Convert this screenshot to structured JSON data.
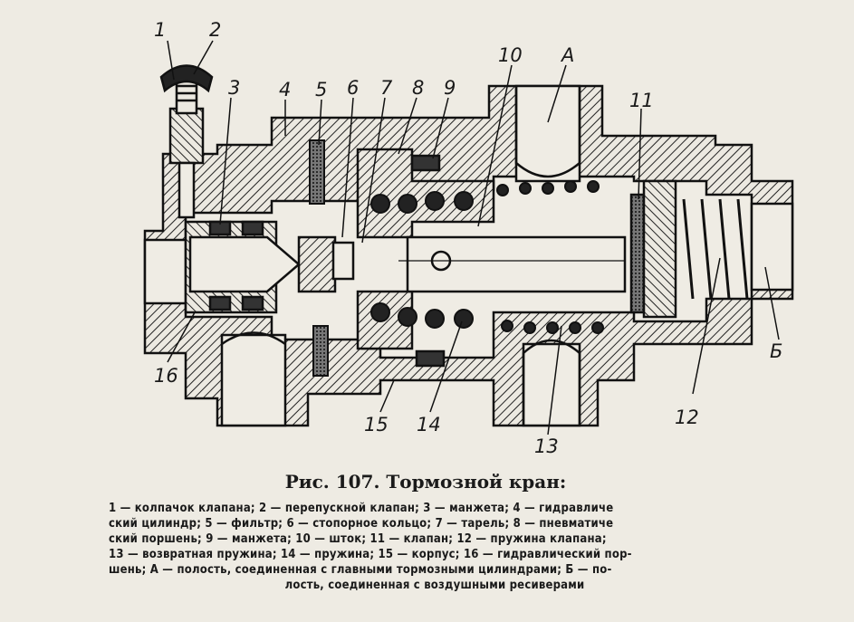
{
  "figure": {
    "caption": "Рис. 107. Тормозной кран:",
    "legend_lines": [
      "1 — колпачок клапана; 2 — перепускной клапан; 3 — манжета; 4 — гидравличе",
      "ский цилиндр; 5 — фильтр; 6 — стопорное кольцо; 7 — тарель; 8 — пневматиче",
      "ский поршень; 9 — манжета; 10 — шток; 11 — клапан; 12 — пружина клапана;",
      "13 — возвратная пружина; 14 — пружина; 15 — корпус; 16 — гидравлический пор-",
      "шень; А — полость, соединенная с главными тормозными цилиндрами; Б — по-",
      "лость, соединенная с воздушными ресиверами"
    ],
    "labels": {
      "n1": "1",
      "n2": "2",
      "n3": "3",
      "n4": "4",
      "n5": "5",
      "n6": "6",
      "n7": "7",
      "n8": "8",
      "n9": "9",
      "n10": "10",
      "n11": "11",
      "n12": "12",
      "n13": "13",
      "n14": "14",
      "n15": "15",
      "n16": "16",
      "A": "А",
      "B": "Б"
    }
  }
}
